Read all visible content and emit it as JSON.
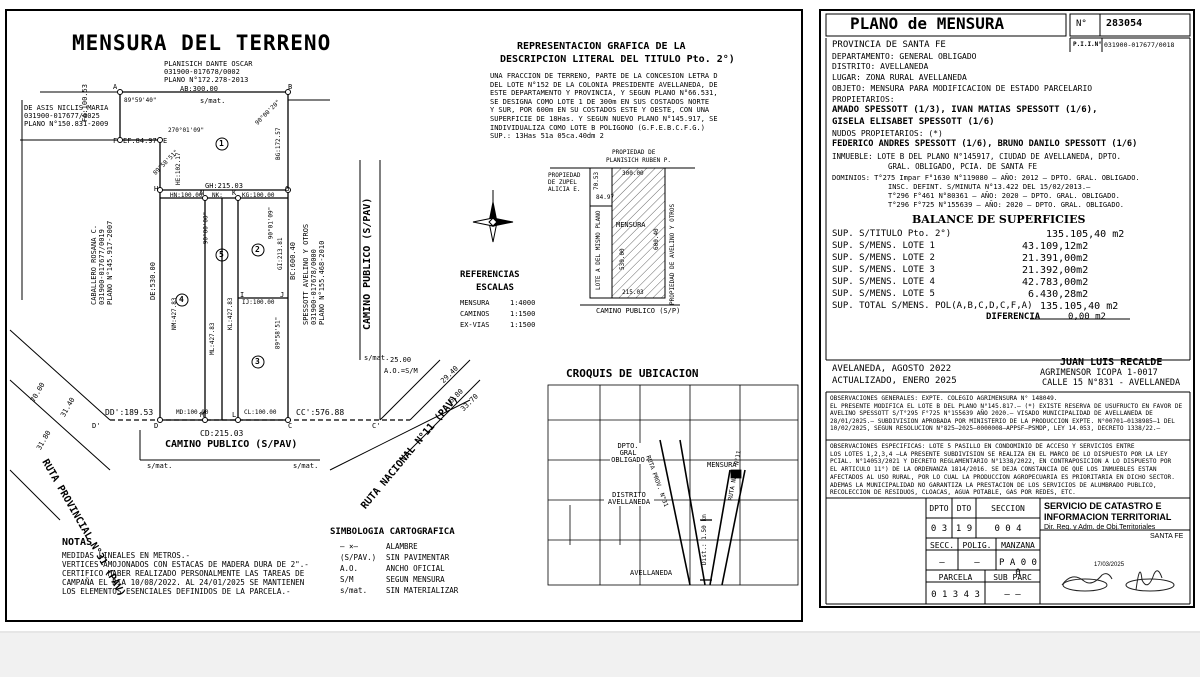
{
  "drawing": {
    "title": "MENSURA DEL TERRENO",
    "owner_north": [
      "PLANISICH DANTE OSCAR",
      "031900-017678/0002",
      "PLANO N°172.278-2013"
    ],
    "owner_west": [
      "DE ASIS NICLIS MARIA",
      "031900-017677/0025",
      "PLANO N°150.831-2009"
    ],
    "owner_west2": [
      "CABALLERO ROSANA C.",
      "031900-017677/0019",
      "PLANO N°145.917-2007"
    ],
    "owner_east": [
      "SPESSOTT AVELINO Y OTROS",
      "031900-017678/0000",
      "PLANO N°155.468-2010"
    ],
    "dims": {
      "ab": "AB:300.00",
      "fa": "FA:100.53",
      "ef": "EF:84.97",
      "de": "DE:530.00",
      "bc": "BC:600.40",
      "gh": "GH:215.03",
      "hn": "HN:100.00",
      "nk": "NK:",
      "kg": "KG:100.00",
      "cd": "CD:215.03",
      "dd": "DD':189.53",
      "cc": "CC':576.88",
      "md": "MD:100.00",
      "cl": "CL:100.00",
      "ml": "ML:427.83",
      "ij": "IJ:100.00",
      "gi": "GI:213.81",
      "bg": "BG:172.57",
      "he": "HE:102.17",
      "nm": "NM:427.83",
      "kl": "KL:427.83"
    },
    "angles": [
      "89°59'40\"",
      "90°00'20\"",
      "270°01'09\"",
      "89°58'51\"",
      "90°00'00\"",
      "90°01'09\"",
      "89°58'51\""
    ],
    "lot_numbers": [
      "1",
      "2",
      "3",
      "4",
      "5"
    ],
    "points": [
      "A",
      "B",
      "C",
      "D",
      "E",
      "F",
      "G",
      "H",
      "I",
      "J",
      "K",
      "L",
      "M",
      "N",
      "C'",
      "D'"
    ],
    "labels": {
      "smat": "s/mat.",
      "camino_publico": "CAMINO PUBLICO (S/PAV)",
      "camino_publico_v": "CAMINO PUBLICO (S/PAV)",
      "ruta_provincial": "RUTA PROVINCIAL N°31 (PAV)",
      "ruta_nacional": "RUTA NACIONAL N°11 (PAV)",
      "w25": "25.00",
      "ao_sm": "A.O.=S/M",
      "w70": "70.00",
      "w3140": "31.40",
      "w3180": "31.80",
      "w2940": "29.40",
      "w3370": "33.70",
      "w680": "6.80"
    }
  },
  "representacion": {
    "title1": "REPRESENTACION GRAFICA DE LA",
    "title2": "DESCRIPCION LITERAL DEL TITULO Pto. 2°)",
    "lines": [
      "UNA FRACCION DE TERRENO, PARTE DE LA CONCESION LETRA D",
      "DEL LOTE N°152 DE LA COLONIA PRESIDENTE AVELLANEDA, DE",
      "ESTE DEPARTAMENTO Y PROVINCIA, Y SEGUN PLANO N°66.531,",
      "SE DESIGNA COMO LOTE 1 DE  300m EN SUS COSTADOS NORTE",
      "Y SUR, POR 600m EN SU COSTADOS ESTE Y OESTE, CON UNA",
      "SUPERFICIE DE 18Has. Y SEGUN NUEVO PLANO N°145.917, SE",
      "INDIVIDUALIZA COMO LOTE B POLIGONO (G.F.E.B.C.F.G.)",
      "SUP.: 13Has 51a 05ca.40dm 2"
    ],
    "prop1": "PROPIEDAD DE",
    "prop2": "PLANISICH RUBEN P.",
    "zupel": "PROPIEDAD DE ZUPEL ALICIA E.",
    "mensura": "MENSURA",
    "lote_a": "LOTE A DEL MISMO PLANO",
    "avelino": "PROPIEDAD DE AVELINO Y OTROS",
    "d300": "300.00",
    "d84": "84.97",
    "d215": "215.03",
    "d530": "530.00",
    "d600": "600.40",
    "d7053": "70.53",
    "camino": "CAMINO PUBLICO (S/P)"
  },
  "referencias": {
    "title1": "REFERENCIAS",
    "title2": "ESCALAS",
    "rows": [
      {
        "k": "MENSURA",
        "v": "1:4000"
      },
      {
        "k": "CAMINOS",
        "v": "1:1500"
      },
      {
        "k": "EX-VIAS",
        "v": "1:1500"
      }
    ]
  },
  "croquis": {
    "title": "CROQUIS DE UBICACION",
    "dpto": "DPTO. GRAL OBLIGADO",
    "distrito": "DISTRITO AVELLANEDA",
    "mensura": "MENSURA",
    "ruta_prov": "RUTA PROV. N°31",
    "ruta_nac": "RUTA NAC. N°11",
    "dist": "Dist.: 1.50 km",
    "avellaneda": "AVELLANEDA"
  },
  "notas": {
    "title": "NOTAS",
    "lines": [
      "MEDIDAS LINEALES EN METROS.-",
      "VERTICES AMOJONADOS CON ESTACAS DE MADERA DURA DE 2\".-",
      "CERTIFICO HABER REALIZADO PERSONALMENTE LAS TAREAS DE",
      "CAMPAÑA EL DIA 10/08/2022. AL 24/01/2025 SE MANTIENEN",
      "LOS ELEMENTOS ESENCIALES DEFINIDOS DE LA PARCELA.-"
    ]
  },
  "simbologia": {
    "title": "SIMBOLOGIA CARTOGRAFICA",
    "rows": [
      {
        "k": "",
        "v": "ALAMBRE"
      },
      {
        "k": "(S/PAV.)",
        "v": "SIN PAVIMENTAR"
      },
      {
        "k": "A.O.",
        "v": "ANCHO OFICIAL"
      },
      {
        "k": "S/M",
        "v": "SEGUN MENSURA"
      },
      {
        "k": "s/mat.",
        "v": "SIN MATERIALIZAR"
      }
    ]
  },
  "plano": {
    "title": "PLANO de MENSURA",
    "n_label": "N°",
    "number": "283054",
    "provincia": "PROVINCIA DE SANTA FE",
    "pii_label": "P.I.I.N°",
    "pii": "031900-017677/0018",
    "departamento": "DEPARTAMENTO:  GENERAL OBLIGADO",
    "distrito": "DISTRITO:  AVELLANEDA",
    "lugar": "LUGAR:  ZONA RURAL AVELLANEDA",
    "objeto": "OBJETO: MENSURA PARA MODIFICACION DE ESTADO PARCELARIO",
    "propietarios_label": "PROPIETARIOS:",
    "prop_line1": "AMADO SPESSOTT (1/3), IVAN MATIAS SPESSOTT (1/6),",
    "prop_line2": "GISELA ELISABET SPESSOTT (1/6)",
    "nudos_label": "NUDOS PROPIETARIOS: (*)",
    "nudos_line": "FEDERICO ANDRES SPESSOTT (1/6), BRUNO DANILO SPESSOTT (1/6)",
    "inmueble1": "INMUEBLE: LOTE B DEL PLANO N°145917, CIUDAD DE AVELLANEDA, DPTO.",
    "inmueble2": "GRAL. OBLIGADO, PCIA. DE SANTA FE",
    "dominios": [
      "DOMINIOS: T°275  Impar  F°1630  N°119080 — AÑO: 2012 — DPTO. GRAL. OBLIGADO.",
      "INSC. DEFINT. S/MINUTA N°13.422 DEL 15/02/2013.—",
      "T°296  F°461  N°80361 — AÑO: 2020 — DPTO. GRAL. OBLIGADO.",
      "T°296  F°725  N°155639 — AÑO: 2020 — DPTO. GRAL. OBLIGADO."
    ],
    "balance_title": "BALANCE DE SUPERFICIES",
    "balance": [
      {
        "k": "SUP. S/TITULO Pto. 2°)",
        "v": "135.105,40 m2"
      },
      {
        "k": "SUP. S/MENS. LOTE 1",
        "v": "43.109,12m2"
      },
      {
        "k": "SUP. S/MENS. LOTE 2",
        "v": "21.391,00m2"
      },
      {
        "k": "SUP. S/MENS. LOTE 3",
        "v": "21.392,00m2"
      },
      {
        "k": "SUP. S/MENS. LOTE 4",
        "v": "42.783,00m2"
      },
      {
        "k": "SUP. S/MENS. LOTE 5",
        "v": "6.430,28m2"
      },
      {
        "k": "SUP. TOTAL S/MENS. POL(A,B,C,D,C,F,A)",
        "v": "135.105,40 m2"
      }
    ],
    "diferencia_label": "DIFERENCIA",
    "diferencia": "0,00 m2",
    "fecha1": "AVELANEDA, AGOSTO 2022",
    "fecha2": "ACTUALIZADO, ENERO 2025",
    "agrimensor1": "JUAN LUIS RECALDE",
    "agrimensor2": "AGRIMENSOR ICOPA 1-0017",
    "agrimensor3": "CALLE 15 N°831 - AVELLANEDA",
    "obs_generales": [
      "OBSERVACIONES GENERALES: EXPTE. COLEGIO AGRIMENSURA N° 148049.",
      "EL PRESENTE MODIFICA EL LOTE B DEL PLANO N°145.817.— (*) EXISTE RESERVA DE USUFRUCTO EN FAVOR DE",
      "AVELINO SPESSOTT S/T°295 F°725 N°155639 AÑO 2020.— VISADO MUNICIPALIDAD DE AVELLANEDA DE",
      "28/01/2025.— SUBDIVISION APROBADA POR MINISTERIO DE LA PRODUCCION EXPTE. N°00701—0138985—1 DEL",
      "10/02/2025, SEGUN RESOLUCION N°825—2025—0000008—APPSF—PSMDP, LEY 14.053, DECRETO 1338/22.—"
    ],
    "obs_especificas": [
      "OBSERVACIONES ESPECIFICAS: LOTE 5 PASILLO EN CONDOMINIO DE ACCESO Y SERVICIOS ENTRE",
      "LOS LOTES 1,2,3,4 —LA PRESENTE SUBDIVISION SE REALIZA EN EL MARCO DE LO DISPUESTO POR LA LEY",
      "PCIAL. N°14053/2021 Y DECRETO REGLAMENTARIO N°1338/2022, EN CONTRAPOSICION A LO DISPUESTO POR",
      "EL ARTICULO 11°) DE LA ORDENANZA 1814/2016. SE DEJA CONSTANCIA DE QUE LOS INMUEBLES ESTAN",
      "AFECTADOS AL USO RURAL, POR LO CUAL LA PRODUCCION AGROPECUARIA ES PRIORITARIA EN DICHO SECTOR.",
      "ADEMAS LA MUNICIPALIDAD NO GARANTIZA LA PRESTACION DE LOS SERVICIOS DE ALUMBRADO PUBLICO,",
      "RECOLECCION DE RESIDUOS, CLOACAS, AGUA POTABLE, GAS POR REDES, ETC."
    ],
    "grid": {
      "h_dpto": "DPTO",
      "h_dto": "DTO",
      "h_seccion": "SECCION",
      "v_dpto": "0 3",
      "v_dto": "1 9",
      "v_seccion": "0 0 4",
      "h_secc": "SECC.",
      "h_polig": "POLIG.",
      "h_manzana": "MANZANA",
      "v_secc": "—",
      "v_polig": "—",
      "v_manzana": "P A 0 0 0",
      "h_parcela": "PARCELA",
      "h_sub": "SUB PARC",
      "v_parcela": "0 1 3 4 3",
      "v_sub": "— —"
    },
    "catastro1": "SERVICIO DE CATASTRO E",
    "catastro2": "INFORMACION TERRITORIAL",
    "catastro3": "Dir. Reg. y Adm. de Obj.Territoriales",
    "catastro4": "SANTA FE",
    "catastro_date": "17/03/2025"
  }
}
